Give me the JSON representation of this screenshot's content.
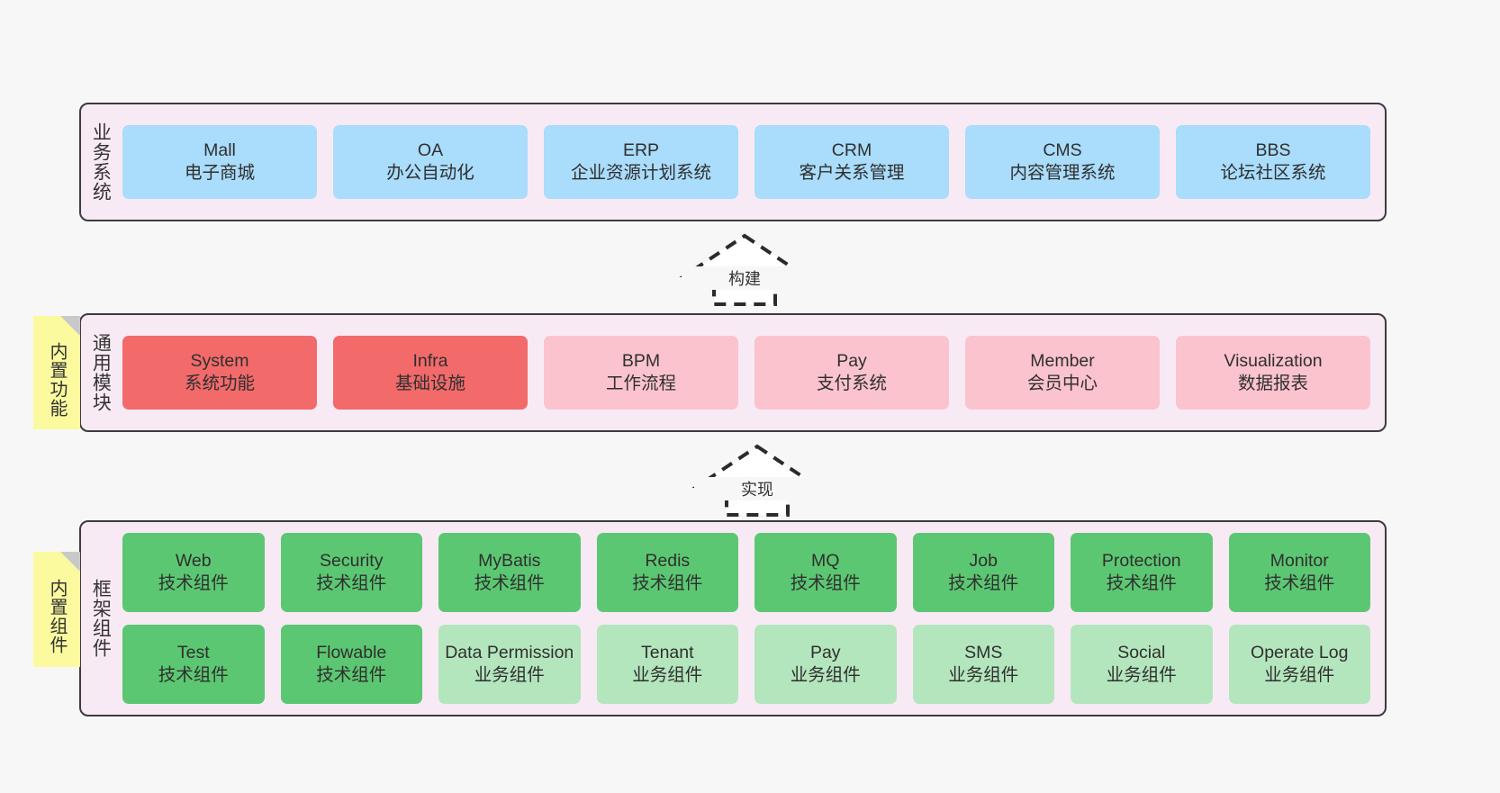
{
  "diagram": {
    "background_color": "#f7f7f7",
    "panel_color": "#f8eaf4",
    "panel_border_color": "#3c3c3c",
    "sticky_color": "#fbfa9e"
  },
  "layers": [
    {
      "id": "business-system",
      "title": "业务系统",
      "rows": [
        {
          "nodes": [
            {
              "en": "Mall",
              "cn": "电子商城",
              "color": "#aadcfb",
              "style": "blue"
            },
            {
              "en": "OA",
              "cn": "办公自动化",
              "color": "#aadcfb",
              "style": "blue"
            },
            {
              "en": "ERP",
              "cn": "企业资源计划系统",
              "color": "#aadcfb",
              "style": "blue"
            },
            {
              "en": "CRM",
              "cn": "客户关系管理",
              "color": "#aadcfb",
              "style": "blue"
            },
            {
              "en": "CMS",
              "cn": "内容管理系统",
              "color": "#aadcfb",
              "style": "blue"
            },
            {
              "en": "BBS",
              "cn": "论坛社区系统",
              "color": "#aadcfb",
              "style": "blue"
            }
          ]
        }
      ]
    },
    {
      "id": "common-module",
      "title": "通用模块",
      "sticky": "内置功能",
      "rows": [
        {
          "nodes": [
            {
              "en": "System",
              "cn": "系统功能",
              "color": "#f26a6a",
              "style": "red"
            },
            {
              "en": "Infra",
              "cn": "基础设施",
              "color": "#f26a6a",
              "style": "red"
            },
            {
              "en": "BPM",
              "cn": "工作流程",
              "color": "#fbc3cd",
              "style": "pink"
            },
            {
              "en": "Pay",
              "cn": "支付系统",
              "color": "#fbc3cd",
              "style": "pink"
            },
            {
              "en": "Member",
              "cn": "会员中心",
              "color": "#fbc3cd",
              "style": "pink"
            },
            {
              "en": "Visualization",
              "cn": "数据报表",
              "color": "#fbc3cd",
              "style": "pink"
            }
          ]
        }
      ]
    },
    {
      "id": "framework-component",
      "title": "框架组件",
      "sticky": "内置组件",
      "rows": [
        {
          "nodes": [
            {
              "en": "Web",
              "cn": "技术组件",
              "color": "#5cc772",
              "style": "green"
            },
            {
              "en": "Security",
              "cn": "技术组件",
              "color": "#5cc772",
              "style": "green"
            },
            {
              "en": "MyBatis",
              "cn": "技术组件",
              "color": "#5cc772",
              "style": "green"
            },
            {
              "en": "Redis",
              "cn": "技术组件",
              "color": "#5cc772",
              "style": "green"
            },
            {
              "en": "MQ",
              "cn": "技术组件",
              "color": "#5cc772",
              "style": "green"
            },
            {
              "en": "Job",
              "cn": "技术组件",
              "color": "#5cc772",
              "style": "green"
            },
            {
              "en": "Protection",
              "cn": "技术组件",
              "color": "#5cc772",
              "style": "green"
            },
            {
              "en": "Monitor",
              "cn": "技术组件",
              "color": "#5cc772",
              "style": "green"
            }
          ]
        },
        {
          "nodes": [
            {
              "en": "Test",
              "cn": "技术组件",
              "color": "#5cc772",
              "style": "green"
            },
            {
              "en": "Flowable",
              "cn": "技术组件",
              "color": "#5cc772",
              "style": "green"
            },
            {
              "en": "Data Permission",
              "cn": "业务组件",
              "color": "#b4e6bd",
              "style": "lightgreen",
              "wrap": true
            },
            {
              "en": "Tenant",
              "cn": "业务组件",
              "color": "#b4e6bd",
              "style": "lightgreen"
            },
            {
              "en": "Pay",
              "cn": "业务组件",
              "color": "#b4e6bd",
              "style": "lightgreen"
            },
            {
              "en": "SMS",
              "cn": "业务组件",
              "color": "#b4e6bd",
              "style": "lightgreen"
            },
            {
              "en": "Social",
              "cn": "业务组件",
              "color": "#b4e6bd",
              "style": "lightgreen"
            },
            {
              "en": "Operate Log",
              "cn": "业务组件",
              "color": "#b4e6bd",
              "style": "lightgreen"
            }
          ]
        }
      ]
    }
  ],
  "connectors": [
    {
      "id": "build",
      "label": "构建"
    },
    {
      "id": "implement",
      "label": "实现"
    }
  ]
}
